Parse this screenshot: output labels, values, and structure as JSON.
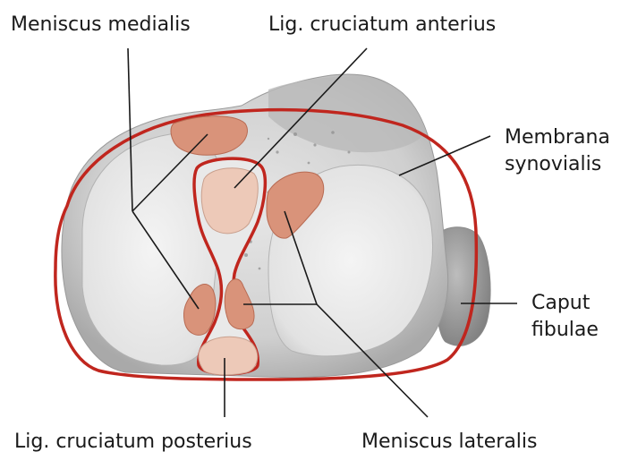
{
  "labels": {
    "meniscus_medialis": "Meniscus medialis",
    "lig_cruciatum_anterius": "Lig. cruciatum anterius",
    "membrana_synovialis_line1": "Membrana",
    "membrana_synovialis_line2": "synovialis",
    "caput_fibulae_line1": "Caput",
    "caput_fibulae_line2": "fibulae",
    "lig_cruciatum_posterius": "Lig. cruciatum posterius",
    "meniscus_lateralis": "Meniscus lateralis"
  },
  "colors": {
    "synovial_outline": "#c0261e",
    "meniscus_fill": "#d9937a",
    "ligament_fill": "#edc9b8",
    "bone_fill": "#d8d8d8",
    "cartilage_fill": "#ececec",
    "leader_line": "#1a1a1a"
  }
}
